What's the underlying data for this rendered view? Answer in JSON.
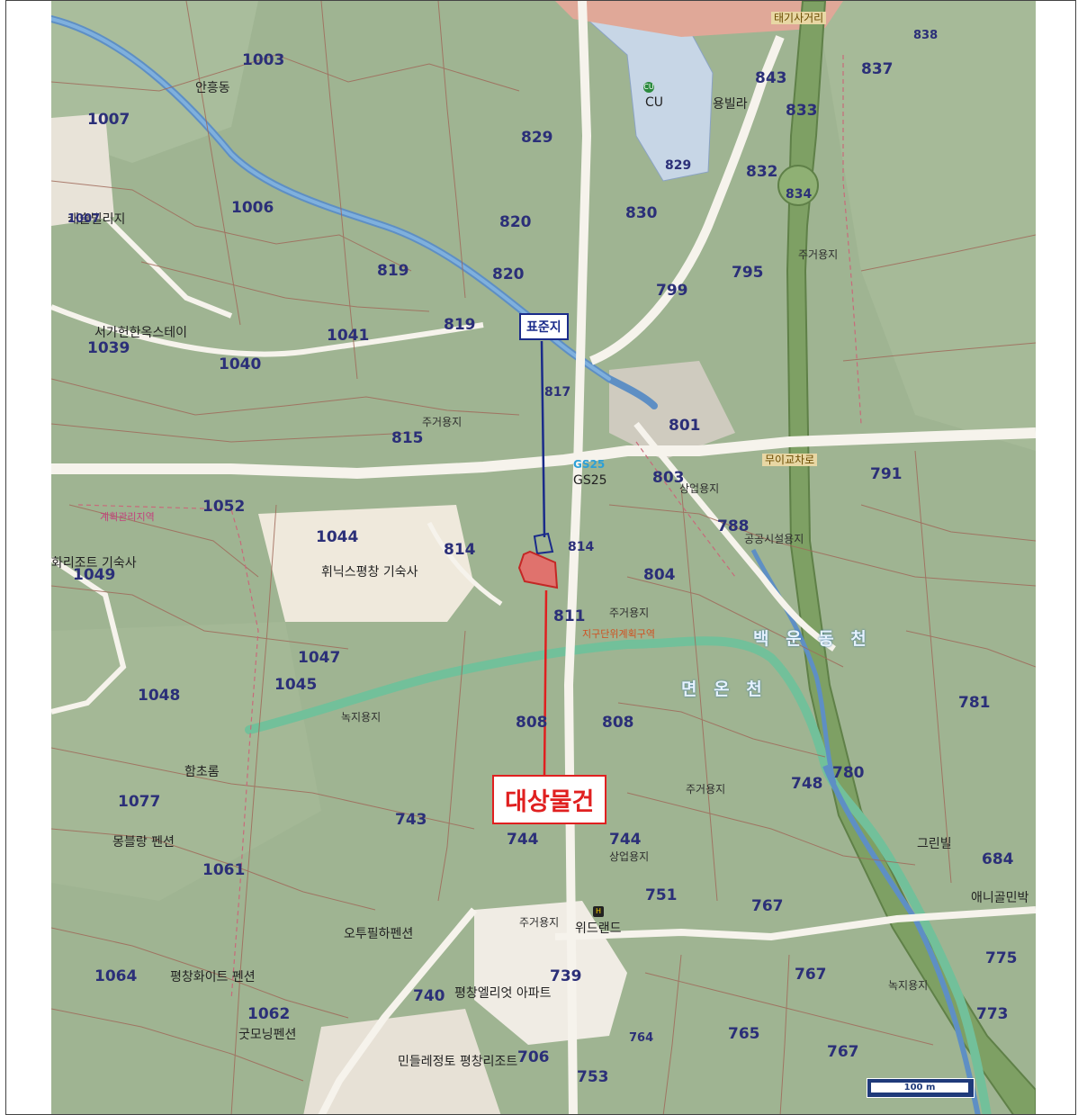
{
  "map": {
    "callout_standard": "표준지",
    "callout_target": "대상물건",
    "scale_label": "100 m",
    "river_labels": [
      "백 운 동 천",
      "면 온 천"
    ],
    "road_labels": [
      "무이교차로",
      "태기사거리"
    ],
    "pois": [
      {
        "icon": "store-icon",
        "badge": "CU",
        "label": "CU"
      },
      {
        "icon": "gas-station-icon",
        "badge": "GS25",
        "label": "GS25"
      },
      {
        "icon": "hotel-icon",
        "badge": "H",
        "label": "위드랜드"
      }
    ],
    "place_labels": [
      "안흥동",
      "서가헌한옥스테이",
      "휘닉스평창 기숙사",
      "함초롬",
      "몽블랑 펜션",
      "평창화이트 펜션",
      "굿모닝펜션",
      "오투필하펜션",
      "평창엘리엇 아파트",
      "민들레정토 평창리조트",
      "애니골민박",
      "그린빌",
      "화리조트 기숙사",
      "캐슬빌리지",
      "용빌라"
    ],
    "zone_labels": [
      "주거용지",
      "상업용지",
      "공공시설용지",
      "녹지용지",
      "계획관리지역",
      "지구단위계획구역"
    ],
    "lots_bold": [
      "1003",
      "1007",
      "1006",
      "1007",
      "1039",
      "1040",
      "1041",
      "1052",
      "1044",
      "1049",
      "1047",
      "1045",
      "1048",
      "1077",
      "1061",
      "1064",
      "1062",
      "743",
      "744",
      "744",
      "740",
      "739",
      "706",
      "753",
      "764",
      "765",
      "767",
      "767",
      "767",
      "751",
      "781",
      "780",
      "748",
      "684",
      "775",
      "773",
      "791",
      "788",
      "803",
      "801",
      "804",
      "808",
      "808",
      "811",
      "814",
      "814",
      "815",
      "817",
      "819",
      "819",
      "820",
      "820",
      "829",
      "829",
      "830",
      "832",
      "833",
      "834",
      "837",
      "838",
      "843",
      "795",
      "799"
    ]
  }
}
